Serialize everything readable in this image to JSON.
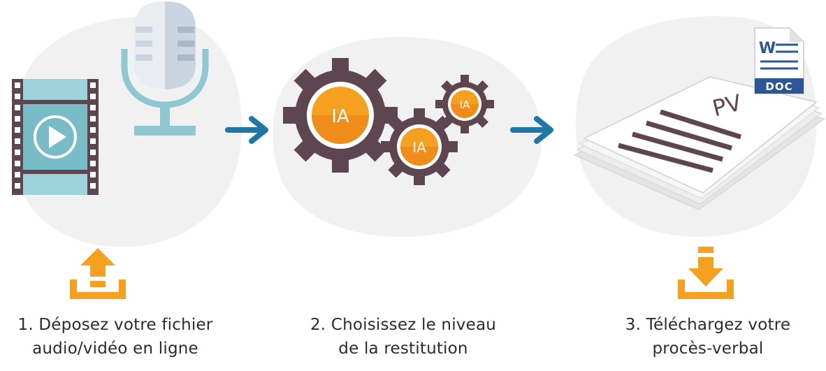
{
  "steps": [
    {
      "number": "1",
      "caption_line1": "1. Déposez votre fichier",
      "caption_line2": "audio/vidéo en ligne",
      "icon": "upload-icon"
    },
    {
      "number": "2",
      "caption_line1": "2. Choisissez le niveau",
      "caption_line2": "de la restitution",
      "icon": "gears-icon",
      "gear_labels": [
        "IA",
        "IA",
        "IA"
      ]
    },
    {
      "number": "3",
      "caption_line1": "3. Téléchargez votre",
      "caption_line2": "procès-verbal",
      "icon": "download-icon",
      "doc_badge": "DOC",
      "doc_letter": "W",
      "paper_label": "PV"
    }
  ],
  "colors": {
    "blob": "#f1f1f1",
    "arrow": "#1f77a6",
    "orange": "#f5a11f",
    "gear": "#5e4650",
    "film": "#5e4650",
    "teal": "#8ec9d3",
    "mic_blue": "#c9d6e2",
    "word_blue": "#2b5797",
    "text": "#2b2b2b"
  }
}
